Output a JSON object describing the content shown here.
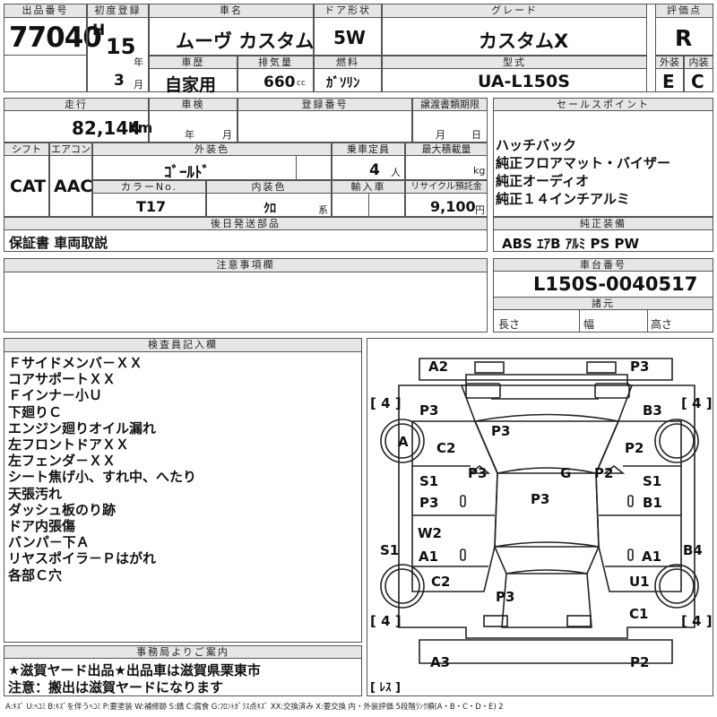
{
  "top": {
    "lot_label": "出品番号",
    "lot_no": "77040",
    "first_reg_label": "初度登録",
    "era": "H",
    "year": "15",
    "year_unit": "年",
    "month": "3",
    "month_unit": "月",
    "car_name_label": "車名",
    "car_name": "ムーヴ カスタム",
    "door_label": "ドア形状",
    "door": "5W",
    "grade_label": "グレード",
    "grade": "カスタムX",
    "score_label": "評価点",
    "score": "R",
    "ext_label": "外装",
    "ext": "E",
    "int_label": "内装",
    "int": "C",
    "history_label": "車歴",
    "history": "自家用",
    "displacement_label": "排気量",
    "displacement": "660",
    "displacement_unit": "cc",
    "fuel_label": "燃料",
    "fuel": "ｶﾞｿﾘﾝ",
    "model_label": "型式",
    "model": "UA-L150S"
  },
  "row2": {
    "mileage_label": "走行",
    "mileage": "82,144",
    "mileage_unit": "km",
    "inspection_label": "車検",
    "insp_year_unit": "年",
    "insp_month_unit": "月",
    "reg_label": "登録番号",
    "transfer_label": "譲渡書類期限",
    "transfer_month_unit": "月",
    "transfer_day_unit": "日",
    "sales_label": "セールスポイント",
    "sales_points": [
      "ハッチバック",
      "純正フロアマット・バイザー",
      "純正オーディオ",
      "純正１４インチアルミ"
    ]
  },
  "row3": {
    "shift_label": "シフト",
    "shift": "CAT",
    "ac_label": "エアコン",
    "ac": "AAC",
    "color_label": "外装色",
    "color": "ｺﾞｰﾙﾄﾞ",
    "capacity_label": "乗車定員",
    "capacity": "4",
    "capacity_unit": "人",
    "load_label": "最大積載量",
    "load_unit": "kg",
    "colorno_label": "カラーNo.",
    "colorno": "T17",
    "interior_color_label": "内装色",
    "interior_color": "ｸﾛ",
    "interior_color_unit": "系",
    "import_label": "輸入車",
    "recycle_label": "リサイクル預託金",
    "recycle": "9,100",
    "recycle_unit": "円"
  },
  "later": {
    "label": "後日発送部品",
    "value": "保証書 車両取説"
  },
  "equip": {
    "label": "純正装備",
    "value": "ABS ｴｱB ｱﾙﾐ PS PW"
  },
  "notes": {
    "label": "注意事項欄"
  },
  "chassis": {
    "label": "車台番号",
    "value": "L150S-0040517",
    "dims_label": "諸元",
    "length": "長さ",
    "width": "幅",
    "height": "高さ"
  },
  "inspector": {
    "label": "検査員記入欄",
    "lines": [
      "Ｆサイドメンバ－ＸＸ",
      "コアサポートＸＸ",
      "Ｆインナ－小Ｕ",
      "下廻りＣ",
      "エンジン廻りオイル漏れ",
      "左フロントドアＸＸ",
      "左フェンダ－ＸＸ",
      "シート焦げ小、すれ中、へたり",
      "天張汚れ",
      "ダッシュ板のり跡",
      "ドア内張傷",
      "バンパ－下Ａ",
      "リヤスポイラ－Ｐはがれ",
      "各部Ｃ穴"
    ]
  },
  "diagram": {
    "marks": {
      "a2": "A2",
      "p3_tr": "P3",
      "p3_lf": "P3",
      "b3": "B3",
      "p3_roof": "P3",
      "a_wheel": "A",
      "c2_l": "C2",
      "p2_r": "P2",
      "p3_lp": "P3",
      "g": "G",
      "p2_rp": "P2",
      "s1_lf": "S1",
      "s1_rf": "S1",
      "p3_ld": "P3",
      "b1": "B1",
      "p3_mid": "P3",
      "w2": "W2",
      "s1_l": "S1",
      "b4": "B4",
      "a1_l": "A1",
      "a1_r": "A1",
      "c2_lr": "C2",
      "u1": "U1",
      "p3_trunk": "P3",
      "c1": "C1",
      "a3": "A3",
      "p2_br": "P2",
      "tire_tl": "4",
      "tire_tr": "4",
      "tire_bl": "4",
      "tire_br": "4",
      "spare": "ﾚｽ"
    }
  },
  "office": {
    "label": "事務局よりご案内",
    "line1": "★滋賀ヤード出品★出品車は滋賀県栗東市",
    "line2": "注意：搬出は滋賀ヤードになります"
  },
  "legend": "A:ｷｽﾞ U:ﾍｺﾐ B:ｷｽﾞを伴うﾍｺﾐ P:要塗装 W:補修跡 S:錆 C:腐食 G:ﾌﾛﾝﾄｶﾞﾗｽ点ｷｽﾞ XX:交換済み X:要交換 内・外装評価 5段階ﾗﾝｸ順(A・B・C・D・E) 2"
}
